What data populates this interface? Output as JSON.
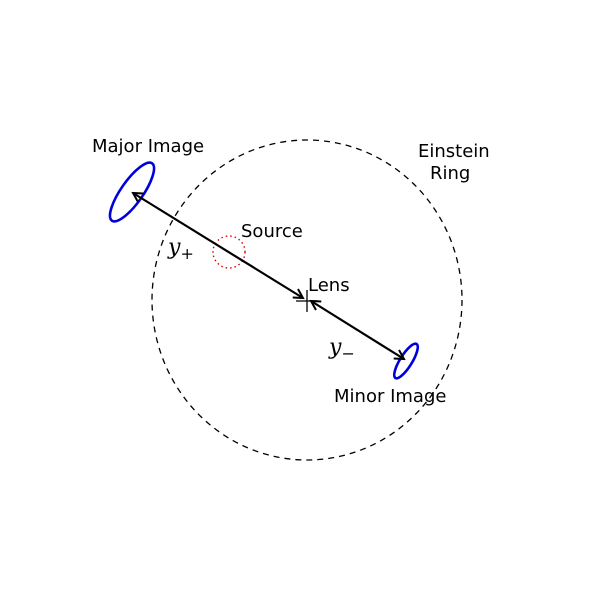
{
  "labels": {
    "major_image": "Major Image",
    "einstein_ring_line1": "Einstein",
    "einstein_ring_line2": "Ring",
    "source": "Source",
    "lens": "Lens",
    "minor_image": "Minor Image",
    "y_plus_var": "y",
    "y_plus_sub": "+",
    "y_minus_var": "y",
    "y_minus_sub": "−"
  },
  "colors": {
    "images": "#0000dd",
    "source": "#dd0000",
    "ring": "#000000",
    "arrows": "#000000"
  }
}
